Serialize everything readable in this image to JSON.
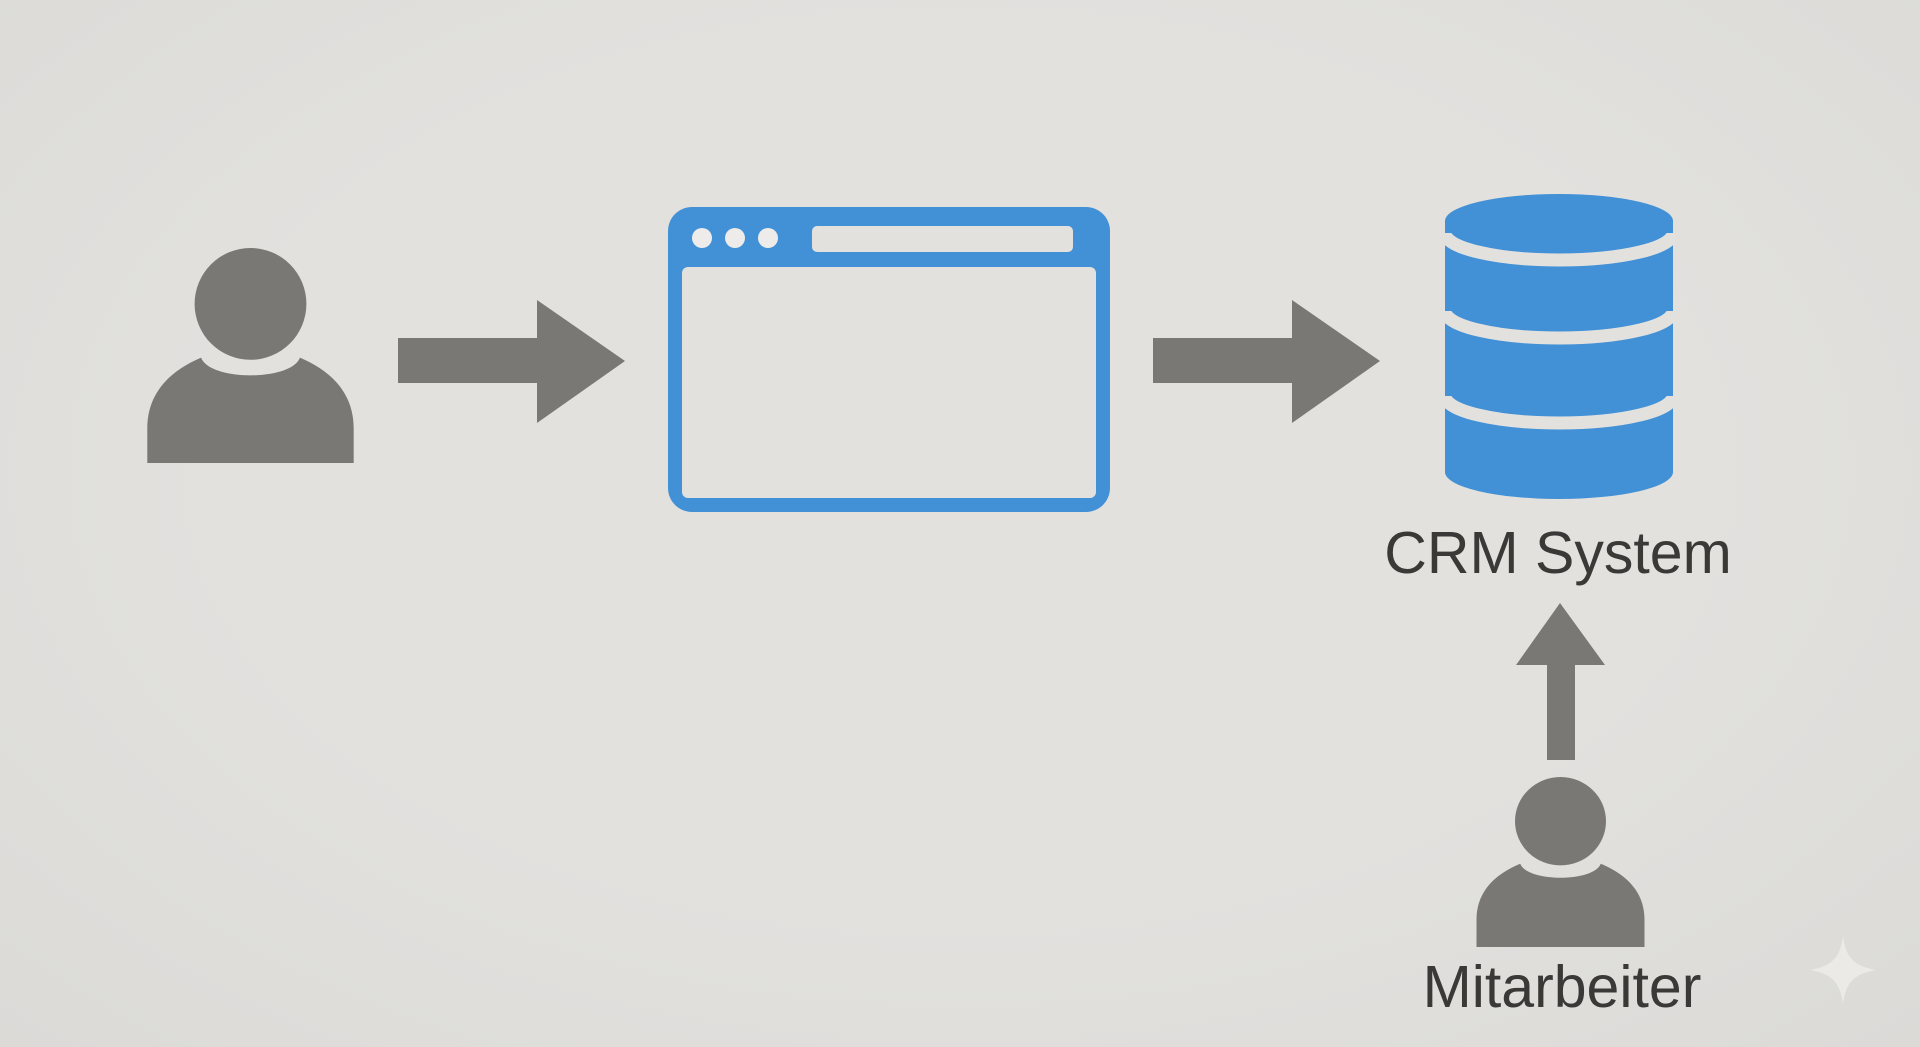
{
  "meta": {
    "type": "flow-diagram",
    "description_visible_text_only": true
  },
  "colors": {
    "background": "#e2e1de",
    "background_vignette": "#dbdad7",
    "icon_gray": "#7a7875",
    "accent_blue": "#4290d6",
    "label_text": "#3a3938",
    "dot_white": "#edecea",
    "sparkle": "#eceae7"
  },
  "diagram": {
    "nodes": {
      "user": {
        "icon": "person-icon",
        "label": ""
      },
      "browser": {
        "icon": "browser-window-icon",
        "label": ""
      },
      "crm": {
        "icon": "database-icon",
        "label": "CRM System"
      },
      "employee": {
        "icon": "person-icon",
        "label": "Mitarbeiter"
      }
    },
    "connections": [
      {
        "from": "user",
        "to": "browser",
        "via": "arrow-right"
      },
      {
        "from": "browser",
        "to": "crm",
        "via": "arrow-right"
      },
      {
        "from": "employee",
        "to": "crm",
        "via": "arrow-up"
      }
    ]
  }
}
